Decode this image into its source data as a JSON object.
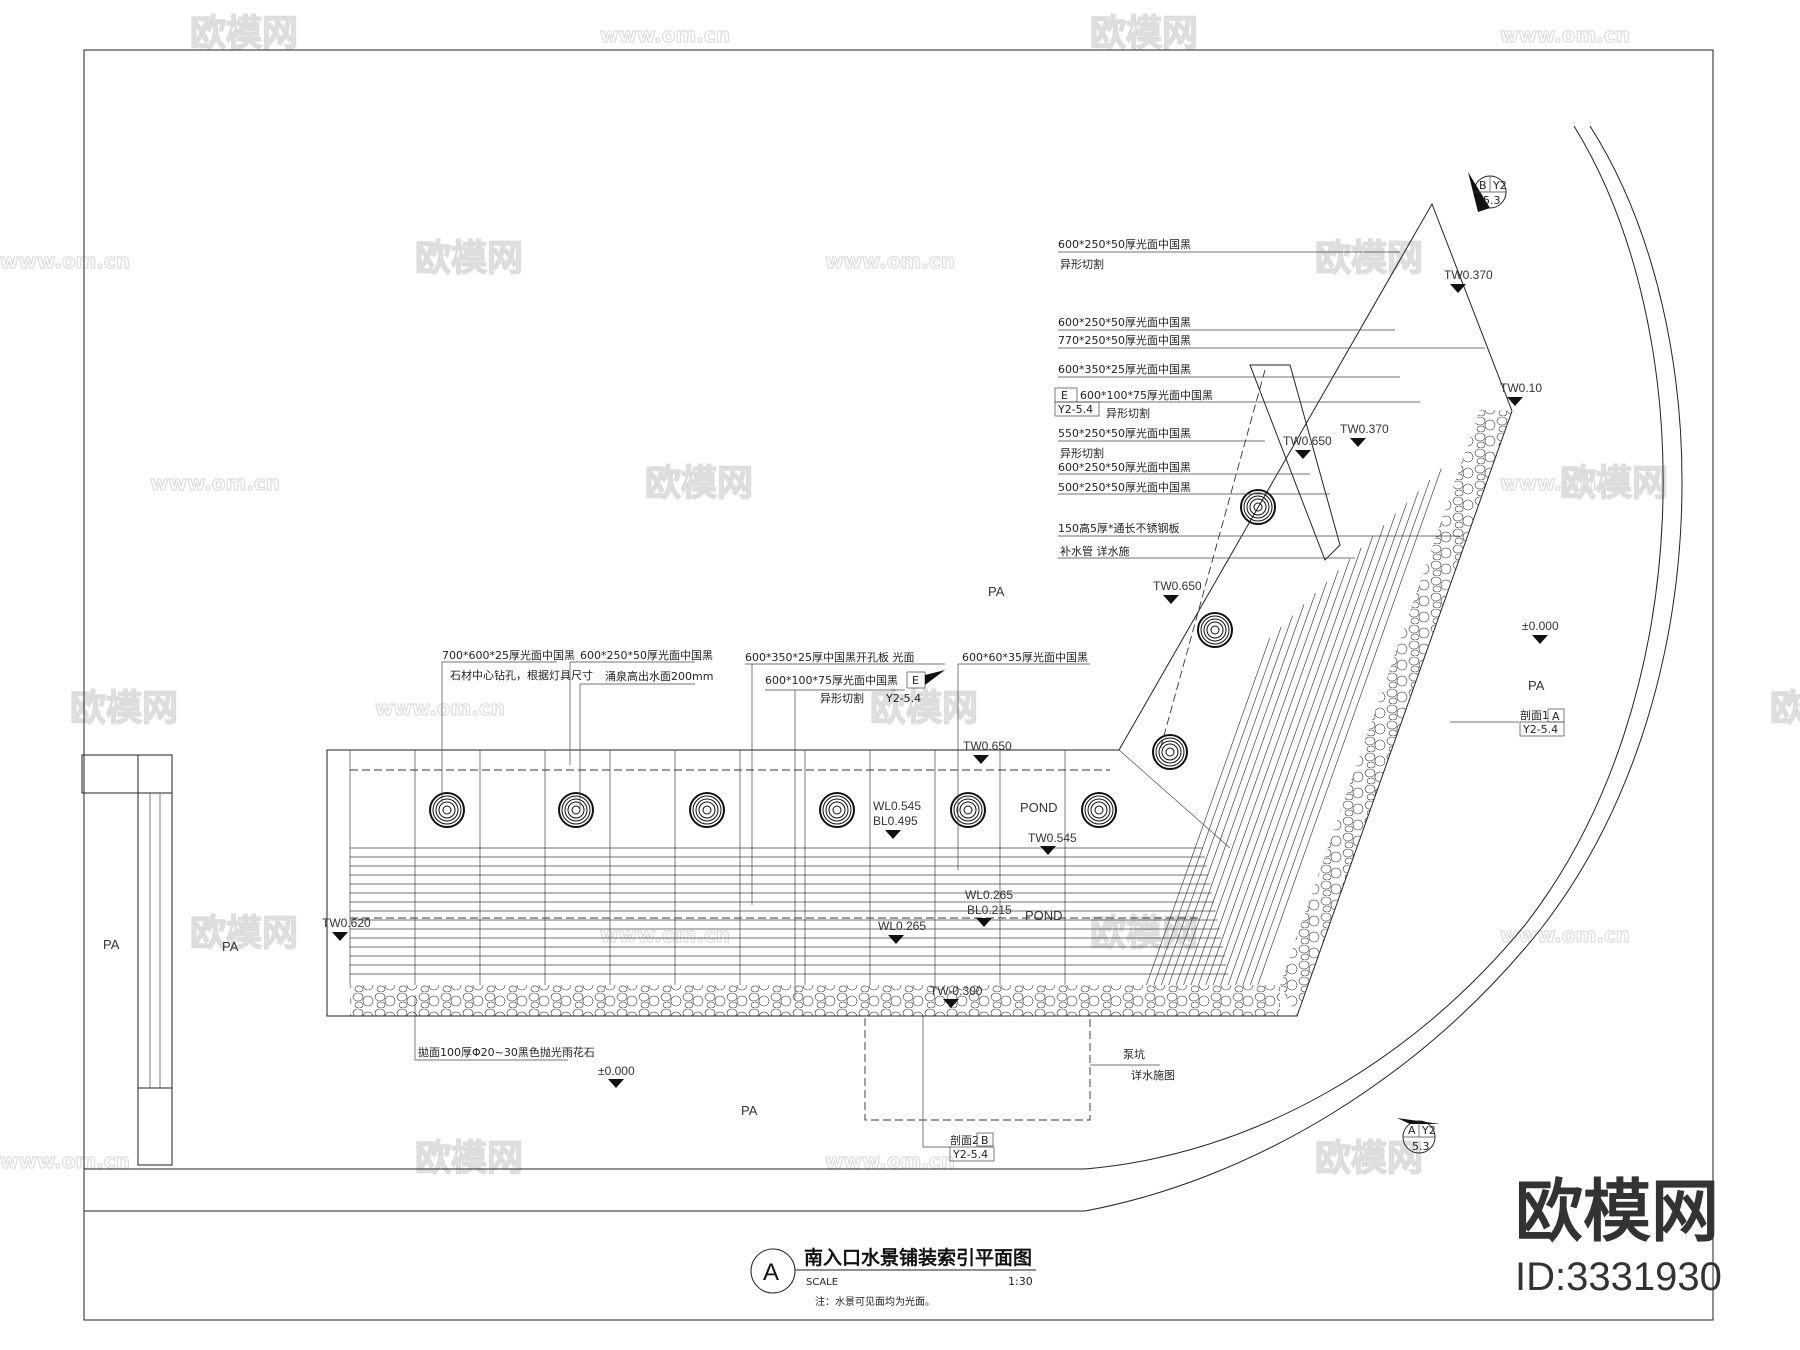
{
  "drawing": {
    "title_marker": "A",
    "title": "南入口水景铺装索引平面图",
    "scale_label": "SCALE",
    "scale_value": "1:30",
    "note": "注：水景可见面均为光面。"
  },
  "arm_labels": [
    {
      "text": "600*250*50厚光面中国黑",
      "sub": "异形切割"
    },
    {
      "text": "600*250*50厚光面中国黑"
    },
    {
      "text": "770*250*50厚光面中国黑"
    },
    {
      "text": "600*350*25厚光面中国黑"
    },
    {
      "text": "600*100*75厚光面中国黑",
      "sub": "异形切割",
      "ref_letter": "E",
      "ref_sheet": "Y2-5.4"
    },
    {
      "text": "550*250*50厚光面中国黑",
      "sub": "异形切割"
    },
    {
      "text": "600*250*50厚光面中国黑"
    },
    {
      "text": "500*250*50厚光面中国黑"
    },
    {
      "text": "150高5厚*通长不锈钢板"
    },
    {
      "text": "补水管  详水施"
    }
  ],
  "pond_labels": [
    {
      "text": "700*600*25厚光面中国黑",
      "sub": "石材中心钻孔，根据灯具尺寸"
    },
    {
      "text": "600*250*50厚光面中国黑",
      "sub": "涌泉高出水面200mm"
    },
    {
      "text": "600*350*25厚中国黑开孔板  光面"
    },
    {
      "text": "600*100*75厚光面中国黑",
      "sub": "异形切割",
      "ref_letter": "E",
      "ref_sheet": "Y2-5.4"
    },
    {
      "text": "600*60*35厚光面中国黑"
    }
  ],
  "bottom_labels": {
    "pebble": "拋面100厚Φ20~30黑色抛光雨花石",
    "pump": "泵坑",
    "pump_sub": "详水施图"
  },
  "elevations": {
    "tw0370_a": "TW0.370",
    "tw010": "TW0.10",
    "tw0370_b": "TW0.370",
    "tw0650_a": "TW0.650",
    "tw0650_b": "TW0.650",
    "tw0650_c": "TW0.650",
    "wl0545": "WL0.545",
    "bl0495": "BL0.495",
    "tw0545": "TW0.545",
    "wl0265_a": "WL0.265",
    "bl0215": "BL0.215",
    "wl0265_b": "WL0.265",
    "tw0620": "TW0.620",
    "tw_neg0300": "TW-0.300",
    "grade_a": "±0.000",
    "grade_b": "±0.000"
  },
  "zones": {
    "pond_a": "POND",
    "pond_b": "POND",
    "pa": "PA"
  },
  "section_tags": {
    "section1": {
      "label": "剖面1",
      "letter": "A",
      "sheet": "Y2-5.4"
    },
    "section2": {
      "label": "剖面2",
      "letter": "B",
      "sheet": "Y2-5.4"
    }
  },
  "detail_symbols": {
    "top": {
      "letter": "B",
      "sheet": "Y2",
      "page": "5.3"
    },
    "bottom": {
      "letter": "A",
      "sheet": "Y2",
      "page": "5.3"
    }
  },
  "watermark": {
    "brand": "欧模网",
    "url": "www.om.cn",
    "id": "ID:3331930"
  }
}
